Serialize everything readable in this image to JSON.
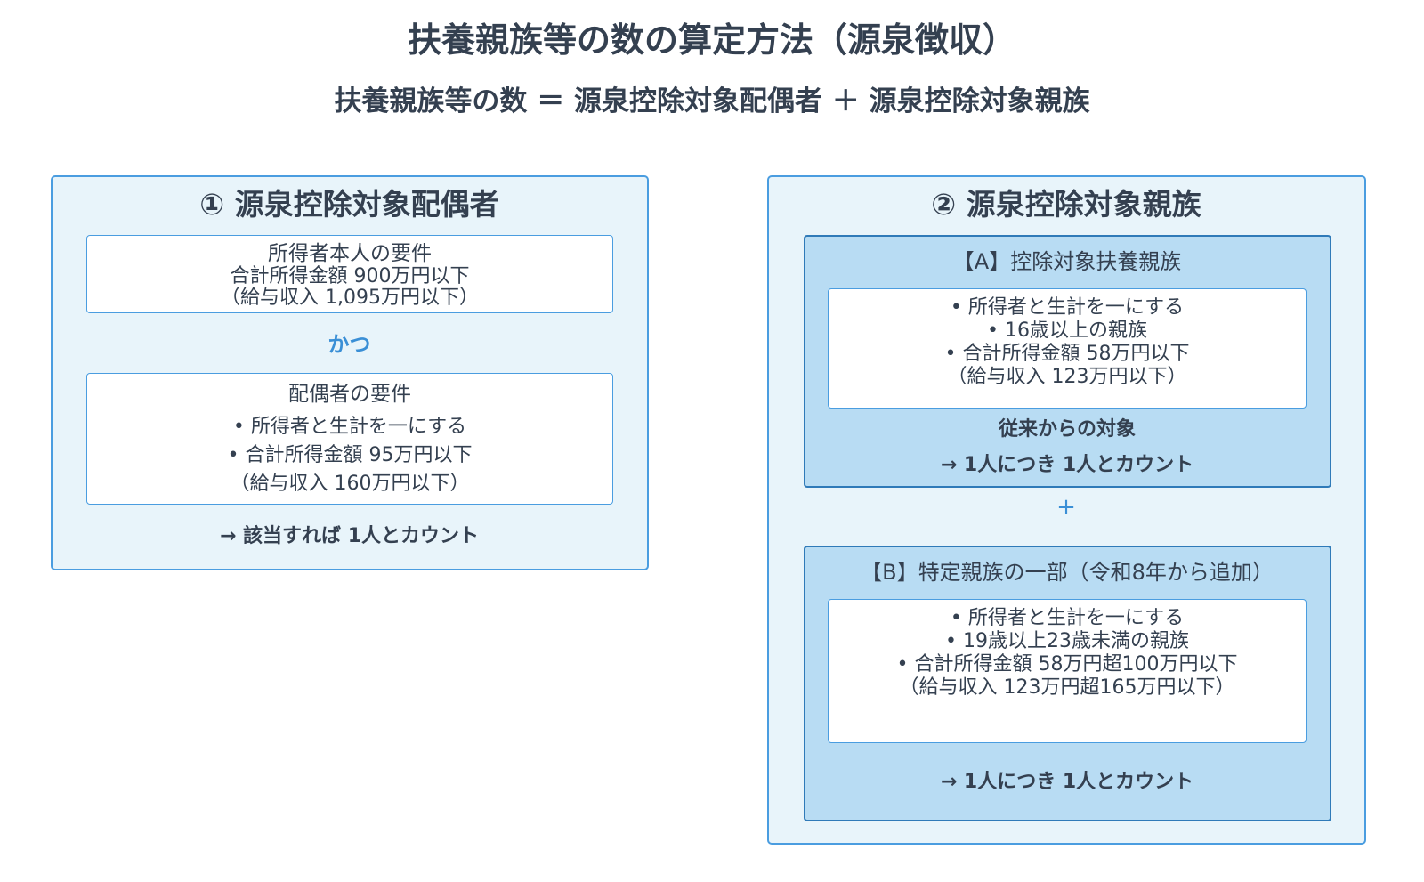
{
  "title": "扶養親族等の数の算定方法（源泉徴収）",
  "formula": "扶養親族等の数 ＝ 源泉控除対象配偶者 ＋ 源泉控除対象親族",
  "section1": {
    "heading": "① 源泉控除対象配偶者",
    "self_req": {
      "title": "所得者本人の要件",
      "lines": [
        "合計所得金額 900万円以下",
        "（給与収入 1,095万円以下）"
      ]
    },
    "and_label": "かつ",
    "spouse_req": {
      "title": "配偶者の要件",
      "lines": [
        "• 所得者と生計を一にする",
        "• 合計所得金額 95万円以下",
        "（給与収入 160万円以下）"
      ]
    },
    "result": "→ 該当すれば 1人とカウント"
  },
  "section2": {
    "heading": "② 源泉控除対象親族",
    "a": {
      "title": "【A】控除対象扶養親族",
      "lines": [
        "• 所得者と生計を一にする",
        "• 16歳以上の親族",
        "• 合計所得金額 58万円以下",
        "（給与収入 123万円以下）"
      ],
      "note": "従来からの対象",
      "result": "→ 1人につき 1人とカウント"
    },
    "plus": "+",
    "b": {
      "title": "【B】特定親族の一部（令和8年から追加）",
      "lines": [
        "• 所得者と生計を一にする",
        "• 19歳以上23歳未満の親族",
        "• 合計所得金額 58万円超100万円以下",
        "（給与収入 123万円超165万円以下）"
      ],
      "result": "→ 1人につき 1人とカウント"
    }
  },
  "colors": {
    "outer_bg": "#e8f4fa",
    "outer_border": "#4a9de0",
    "inner_bg": "#b8dcf3",
    "inner_border": "#2f7ab8",
    "accent": "#3a8fd6",
    "text": "#344050"
  }
}
